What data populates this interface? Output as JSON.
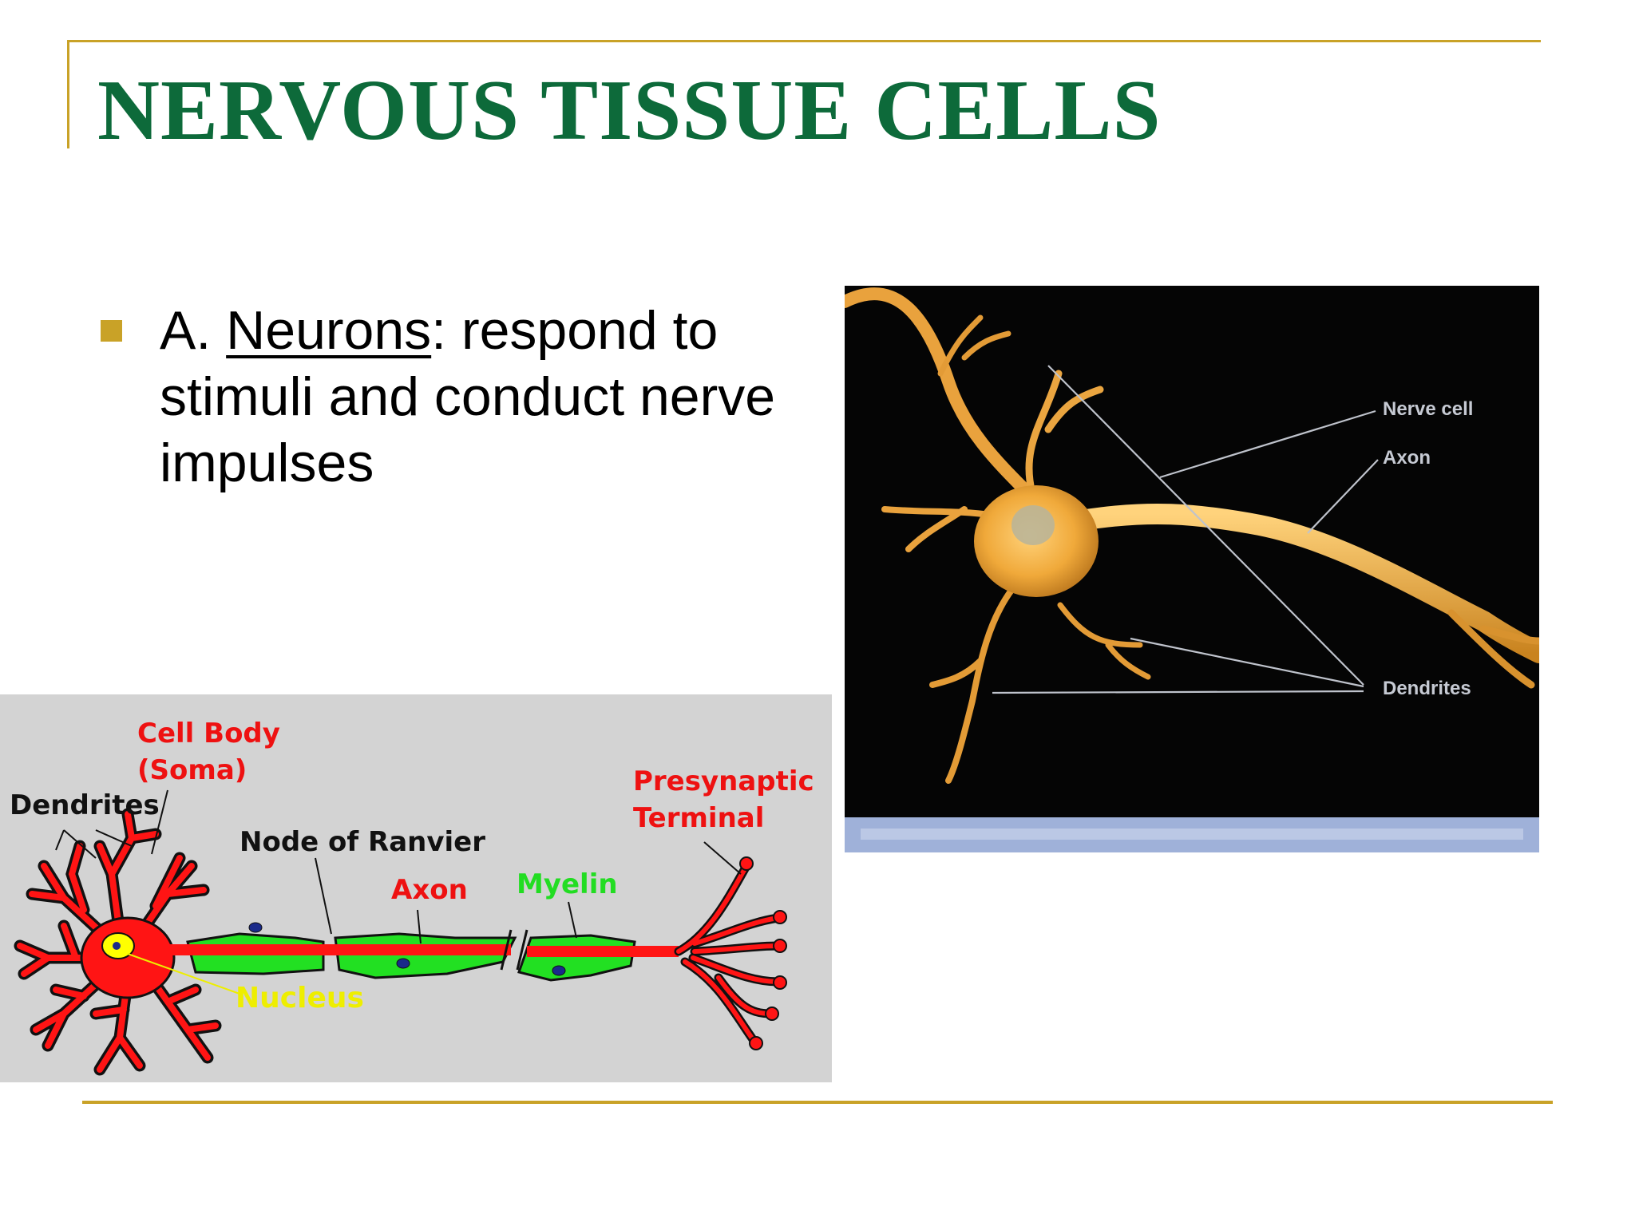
{
  "slide": {
    "title": "NERVOUS TISSUE CELLS",
    "bullet": {
      "prefix": "A. ",
      "term": "Neurons",
      "rest": ": respond to stimuli and conduct nerve impulses"
    }
  },
  "photo": {
    "labels": {
      "nerve_cell": "Nerve cell",
      "axon": "Axon",
      "dendrites": "Dendrites"
    },
    "caption_bar_color": "#9fb1d9"
  },
  "diagram": {
    "labels": {
      "cell_body_line1": "Cell Body",
      "cell_body_line2": "(Soma)",
      "dendrites": "Dendrites",
      "node_of_ranvier": "Node of Ranvier",
      "axon": "Axon",
      "myelin": "Myelin",
      "nucleus": "Nucleus",
      "presynaptic_line1": "Presynaptic",
      "presynaptic_line2": "Terminal"
    },
    "colors": {
      "background": "#d3d3d3",
      "neuron": "#ff1414",
      "myelin": "#22e022",
      "nucleus": "#ffff00",
      "red_label": "#ee1111",
      "green_label": "#22dd22",
      "yellow_label": "#eeee00"
    }
  }
}
